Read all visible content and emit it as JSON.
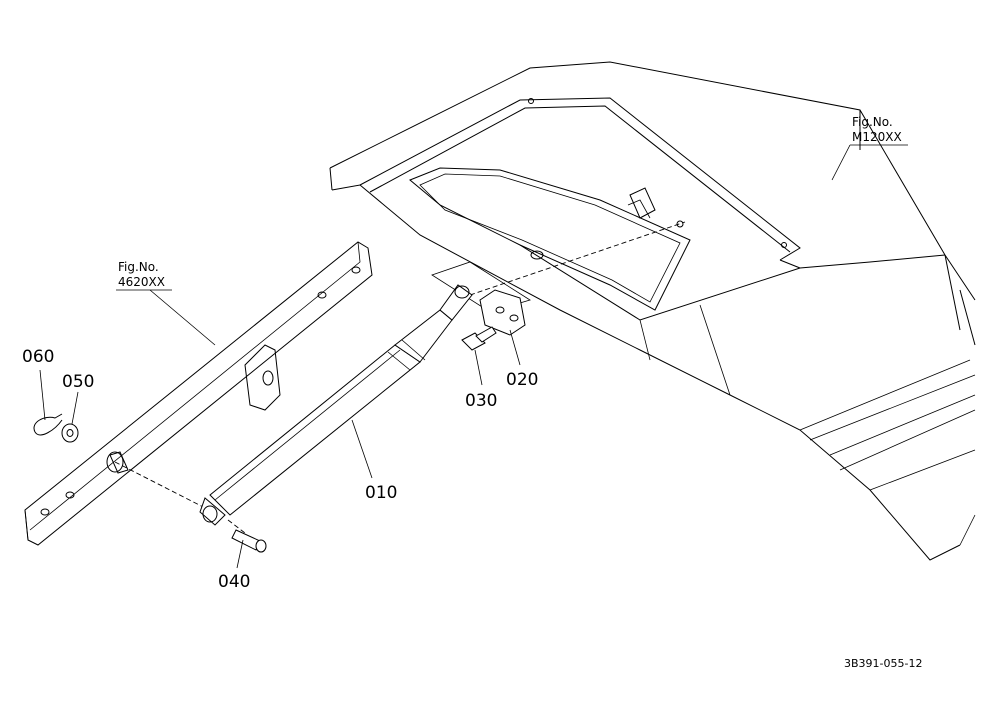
{
  "parts": {
    "p010": "010",
    "p020": "020",
    "p030": "030",
    "p040": "040",
    "p050": "050",
    "p060": "060"
  },
  "references": {
    "fig_top_title": "Fig.No.",
    "fig_top_num": "M120XX",
    "fig_left_title": "Fig.No.",
    "fig_left_num": "4620XX"
  },
  "drawing_code": "3B391-055-12"
}
